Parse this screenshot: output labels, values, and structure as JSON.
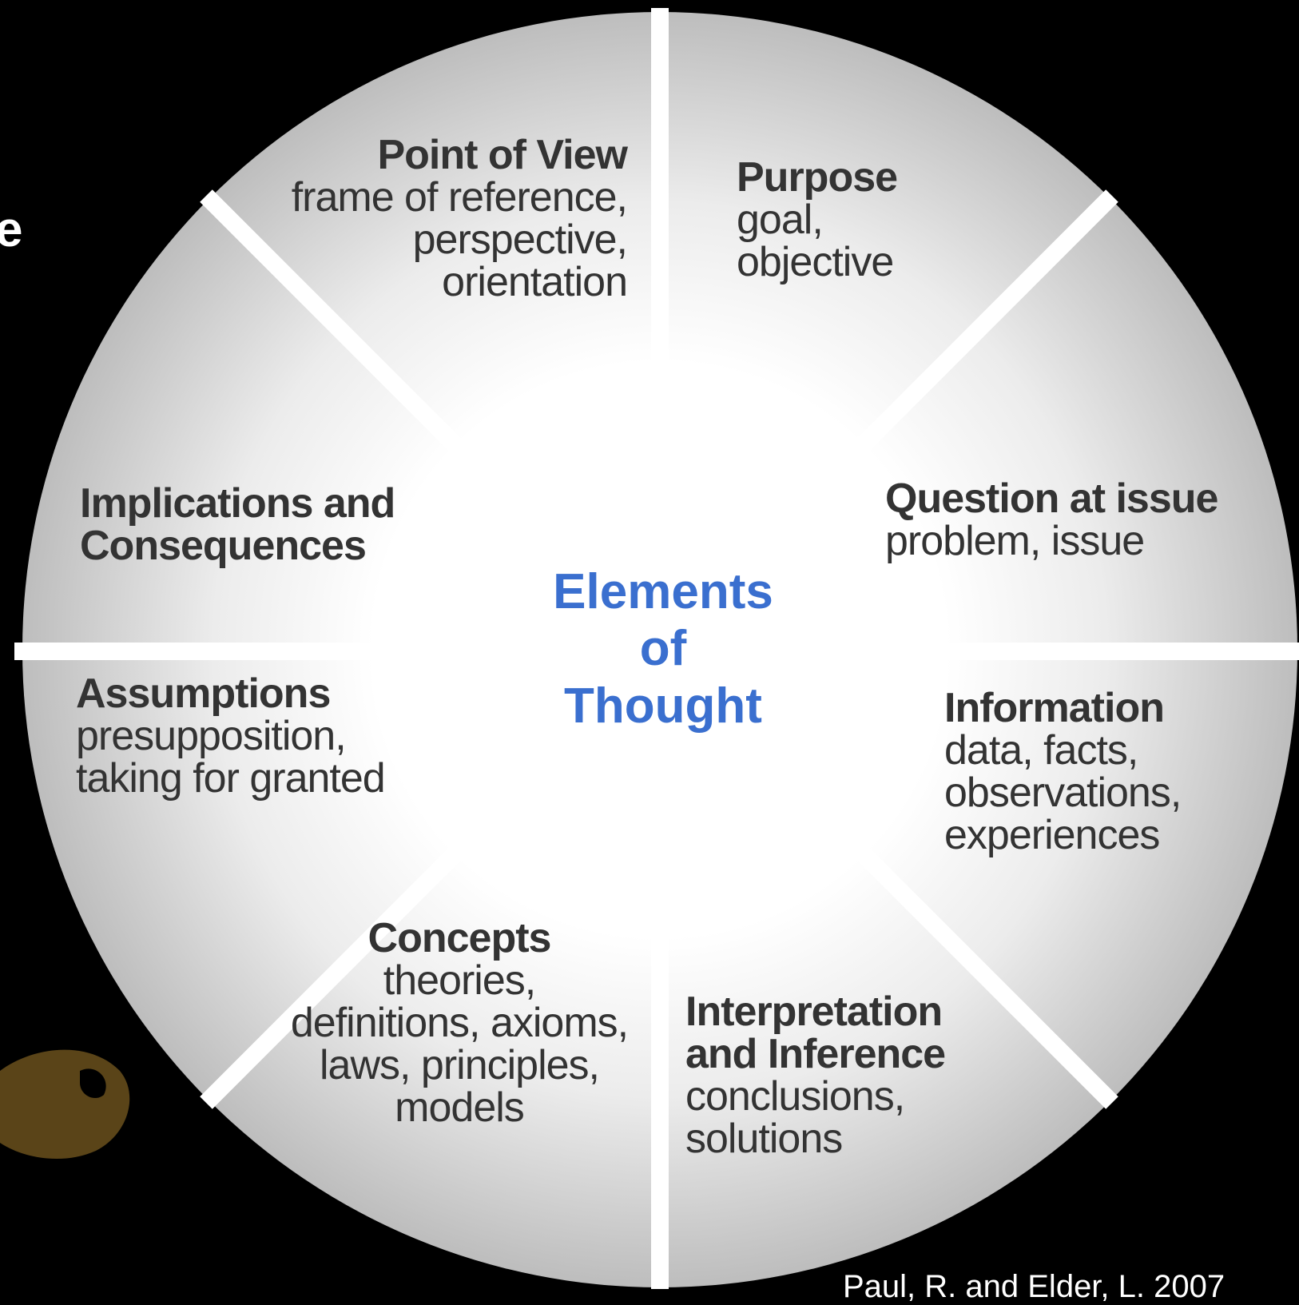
{
  "center_label": [
    "Elements",
    "of",
    "Thought"
  ],
  "stray_text": "e",
  "citation": "Paul, R. and Elder, L. 2007",
  "segments": {
    "point_of_view": {
      "title": "Point of View",
      "desc": [
        "frame of reference,",
        "perspective,",
        "orientation"
      ]
    },
    "purpose": {
      "title": "Purpose",
      "desc": [
        "goal,",
        "objective"
      ]
    },
    "question": {
      "title": "Question at issue",
      "desc": [
        "problem, issue"
      ]
    },
    "information": {
      "title": "Information",
      "desc": [
        "data, facts,",
        "observations,",
        "experiences"
      ]
    },
    "interpretation": {
      "title": [
        "Interpretation",
        "and Inference"
      ],
      "desc": [
        "conclusions,",
        "solutions"
      ]
    },
    "concepts": {
      "title": "Concepts",
      "desc": [
        "theories,",
        "definitions, axioms,",
        "laws, principles,",
        "models"
      ]
    },
    "assumptions": {
      "title": "Assumptions",
      "desc": [
        "presupposition,",
        "taking for granted"
      ]
    },
    "implications": {
      "title": [
        "Implications and",
        "Consequences"
      ]
    }
  },
  "colors": {
    "background": "#000000",
    "wheel_edge": "#bdbdbd",
    "wheel_center": "#ffffff",
    "divider": "#ffffff",
    "center_text": "#3a6fcf",
    "segment_text": "#333333",
    "ornament": "#5a4418"
  }
}
